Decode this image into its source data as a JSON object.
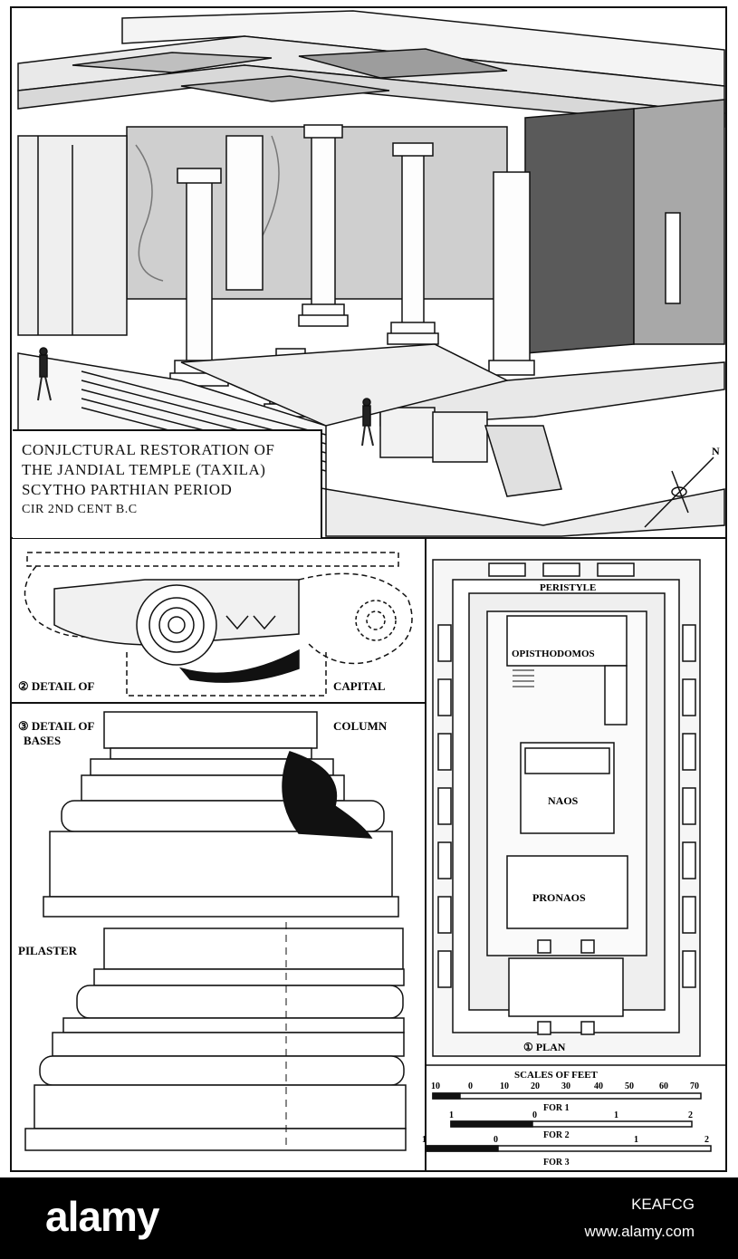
{
  "caption": {
    "line1": "CONJLCTURAL RESTORATION OF",
    "line2": "THE JANDIAL TEMPLE (TAXILA)",
    "line3": "SCYTHO PARTHIAN PERIOD",
    "line4": "CIR 2ND CENT B.C"
  },
  "compass_label": "N",
  "capital": {
    "label_left": "② DETAIL OF",
    "label_right": "CAPITAL"
  },
  "bases": {
    "label_left": "③ DETAIL OF",
    "label_left2": "BASES",
    "label_right": "COLUMN",
    "pilaster_label": "PILASTER"
  },
  "plan": {
    "peristyle": "PERISTYLE",
    "opisthodomos": "OPISTHODOMOS",
    "naos": "NAOS",
    "pronaos": "PRONAOS",
    "plan_label": "① PLAN"
  },
  "scales": {
    "title": "SCALES OF FEET",
    "ticks1": [
      "10",
      "0",
      "10",
      "20",
      "30",
      "40",
      "50",
      "60",
      "70"
    ],
    "label1": "FOR 1",
    "ticks2": [
      "1",
      "0",
      "1",
      "2"
    ],
    "label2": "FOR 2",
    "ticks3": [
      "1",
      "0",
      "1",
      "2"
    ],
    "label3": "FOR 3"
  },
  "watermark": {
    "brand": "alamy",
    "code": "KEAFCG",
    "url": "www.alamy.com"
  }
}
